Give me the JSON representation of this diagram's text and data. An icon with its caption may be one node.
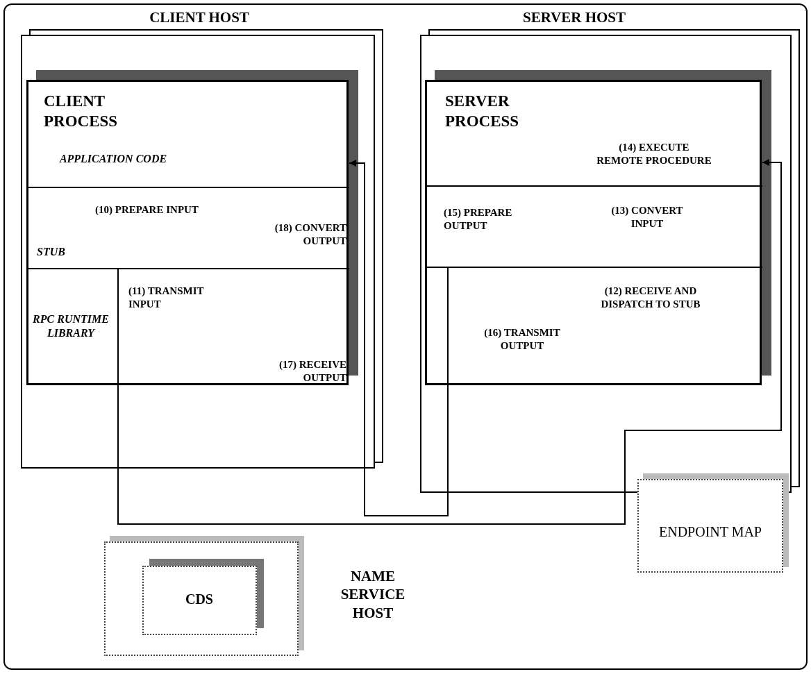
{
  "diagram": {
    "nodes": [
      {
        "text": [
          "CLIENT HOST"
        ]
      },
      {
        "text": [
          "CLIENT PROCESS"
        ],
        "in": 0
      },
      {
        "text": [
          "APPLICATION CODE"
        ],
        "in": 1
      },
      {
        "text": [
          "STUB",
          "(10) PREPARE INPUT",
          "(18) CONVERT OUTPUT"
        ],
        "in": 1
      },
      {
        "text": [
          "RPC RUNTIME LIBRARY",
          "(11) TRANSMIT INPUT",
          "(17) RECEIVE OUTPUT"
        ],
        "in": 1
      },
      {
        "text": [
          "SERVER HOST"
        ]
      },
      {
        "text": [
          "SERVER PROCESS"
        ],
        "in": 5
      },
      {
        "text": [
          "(14) EXECUTE REMOTE PROCEDURE"
        ],
        "in": 6
      },
      {
        "text": [
          "(15) PREPARE OUTPUT",
          "(13) CONVERT INPUT"
        ],
        "in": 6
      },
      {
        "text": [
          "(16) TRANSMIT OUTPUT",
          "(12) RECEIVE AND DISPATCH TO STUB"
        ],
        "in": 6
      },
      {
        "text": [
          "ENDPOINT MAP"
        ]
      },
      {
        "text": [
          "NAME SERVICE HOST"
        ]
      },
      {
        "text": [
          "CDS"
        ],
        "in": 11
      }
    ],
    "edges": [
      {
        "from": 3,
        "to": 7,
        "arrow": "to"
      },
      {
        "from": 8,
        "to": 2,
        "arrow": "to"
      }
    ]
  }
}
